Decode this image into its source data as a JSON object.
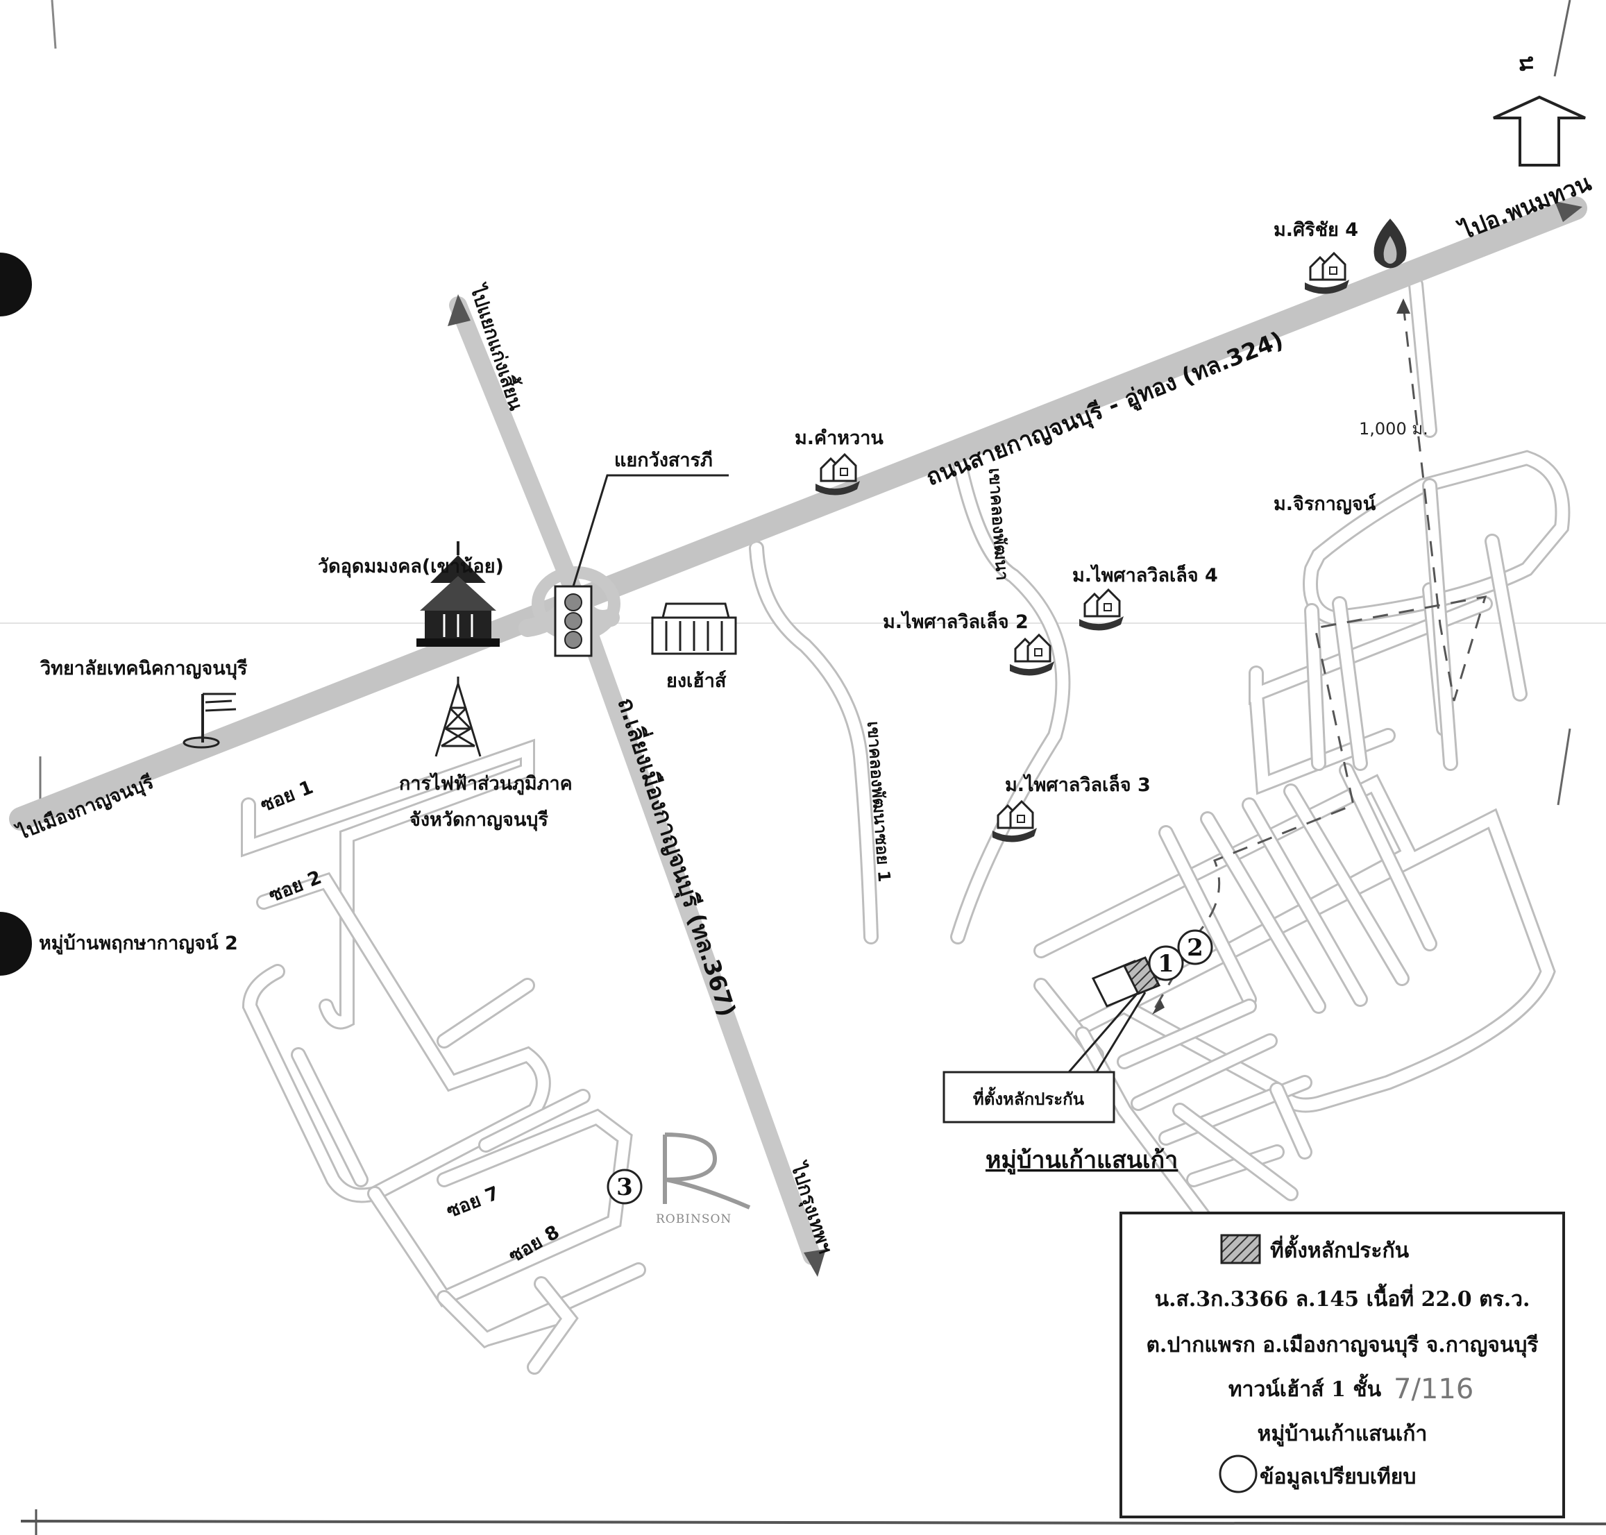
{
  "compass": {
    "label": "น"
  },
  "roads": {
    "highway_324": "ถนนสายกาญจนบุรี - อู่ทอง (ทล.324)",
    "to_phanom_thuan": "ไปอ.พนมทวน",
    "to_kaeng_sian": "ไปแยกแก่งเสี้ยน",
    "bypass_367": "ถ.เลี่ยงเมืองกาญจนบุรี (ทล.367)",
    "to_bangkok": "ไปกรุงเทพฯ",
    "to_kanchanaburi": "ไปเมืองกาญจนบุรี",
    "khlong_1": "เขาคลองพัฒนา",
    "khlong_2": "เขาคลองพัฒนาซอย 1"
  },
  "sois": {
    "s1": "ซอย 1",
    "s2": "ซอย 2",
    "s7": "ซอย 7",
    "s8": "ซอย 8"
  },
  "landmarks": {
    "intersection": "แยกวังสารภี",
    "temple": "วัดอุดมมงคล(เขาน้อย)",
    "college": "วิทยาลัยเทคนิคกาญจนบุรี",
    "pea_line1": "การไฟฟ้าส่วนภูมิภาค",
    "pea_line2": "จังหวัดกาญจนบุรี",
    "yong_house": "ยงเฮ้าส์",
    "khamwan": "ม.คำหวาน",
    "sirichai": "ม.ศิริชัย 4",
    "jirakan": "ม.จิรกาญจน์",
    "paisan4": "ม.ไพศาลวิลเล็จ 4",
    "paisan2": "ม.ไพศาลวิลเล็จ 2",
    "paisan3": "ม.ไพศาลวิลเล็จ 3",
    "pruksa": "หมู่บ้านพฤกษากาญจน์ 2",
    "robinson": "ROBINSON",
    "collateral_box": "ที่ตั้งหลักประกัน",
    "village": "หมู่บ้านเก้าแสนเก้า",
    "distance": "1,000 ม."
  },
  "markers": {
    "m1": "1",
    "m2": "2",
    "m3": "3"
  },
  "legend": {
    "collateral": "ที่ตั้งหลักประกัน",
    "deed": "น.ส.3ก.3366 ล.145 เนื้อที่ 22.0 ตร.ว.",
    "location": "ต.ปากแพรก อ.เมืองกาญจนบุรี จ.กาญจนบุรี",
    "type": "ทาวน์เฮ้าส์ 1 ชั้น",
    "village": "หมู่บ้านเก้าแสนเก้า",
    "comparison": "ข้อมูลเปรียบเทียบ"
  },
  "page_mark": "7/116"
}
